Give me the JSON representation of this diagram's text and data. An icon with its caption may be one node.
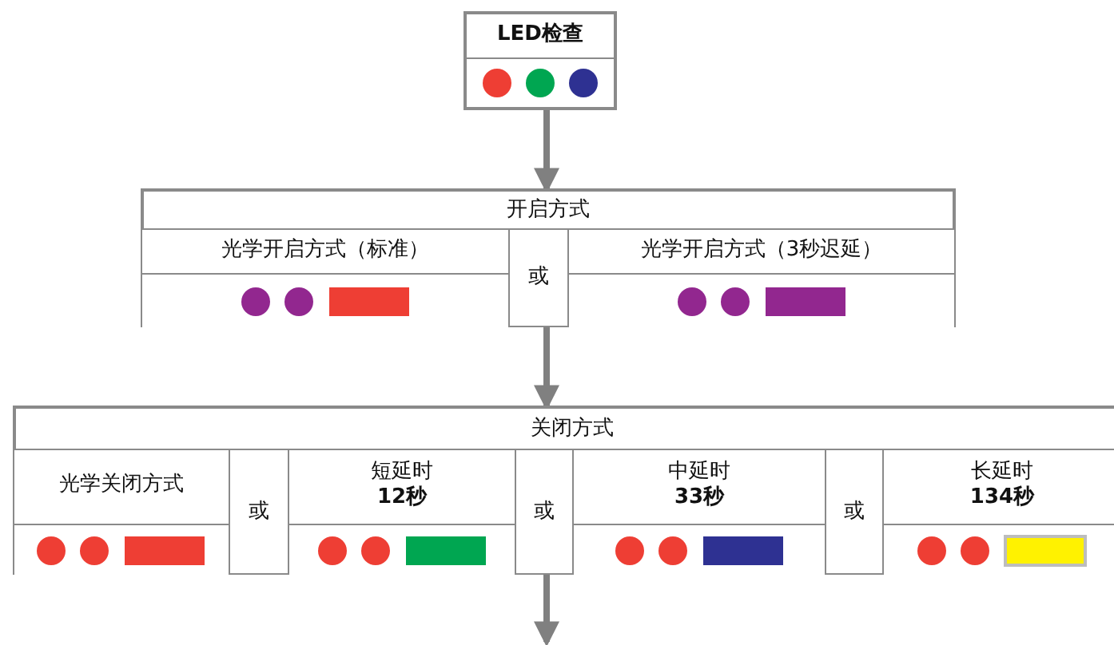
{
  "diagram": {
    "nodes": [
      {
        "text": [
          "LED检查"
        ]
      },
      {
        "text": [
          "开启方式"
        ]
      },
      {
        "text": [
          "光学开启方式（标准）"
        ],
        "in": 1
      },
      {
        "text": [
          "或"
        ],
        "in": 1
      },
      {
        "text": [
          "光学开启方式（3秒迟延）"
        ],
        "in": 1
      },
      {
        "text": [
          "关闭方式"
        ]
      },
      {
        "text": [
          "光学关闭方式"
        ],
        "in": 5
      },
      {
        "text": [
          "或"
        ],
        "in": 5
      },
      {
        "text": [
          "短延时",
          "12秒"
        ],
        "in": 5
      },
      {
        "text": [
          "或"
        ],
        "in": 5
      },
      {
        "text": [
          "中延时",
          "33秒"
        ],
        "in": 5
      },
      {
        "text": [
          "或"
        ],
        "in": 5
      },
      {
        "text": [
          "长延时",
          "134秒"
        ],
        "in": 5
      }
    ],
    "edges": [
      {
        "from": 0,
        "to": 1,
        "arrow": "to"
      },
      {
        "from": 1,
        "to": 5,
        "arrow": "to"
      },
      {
        "from": 5,
        "to": null,
        "arrow": "to"
      }
    ]
  }
}
